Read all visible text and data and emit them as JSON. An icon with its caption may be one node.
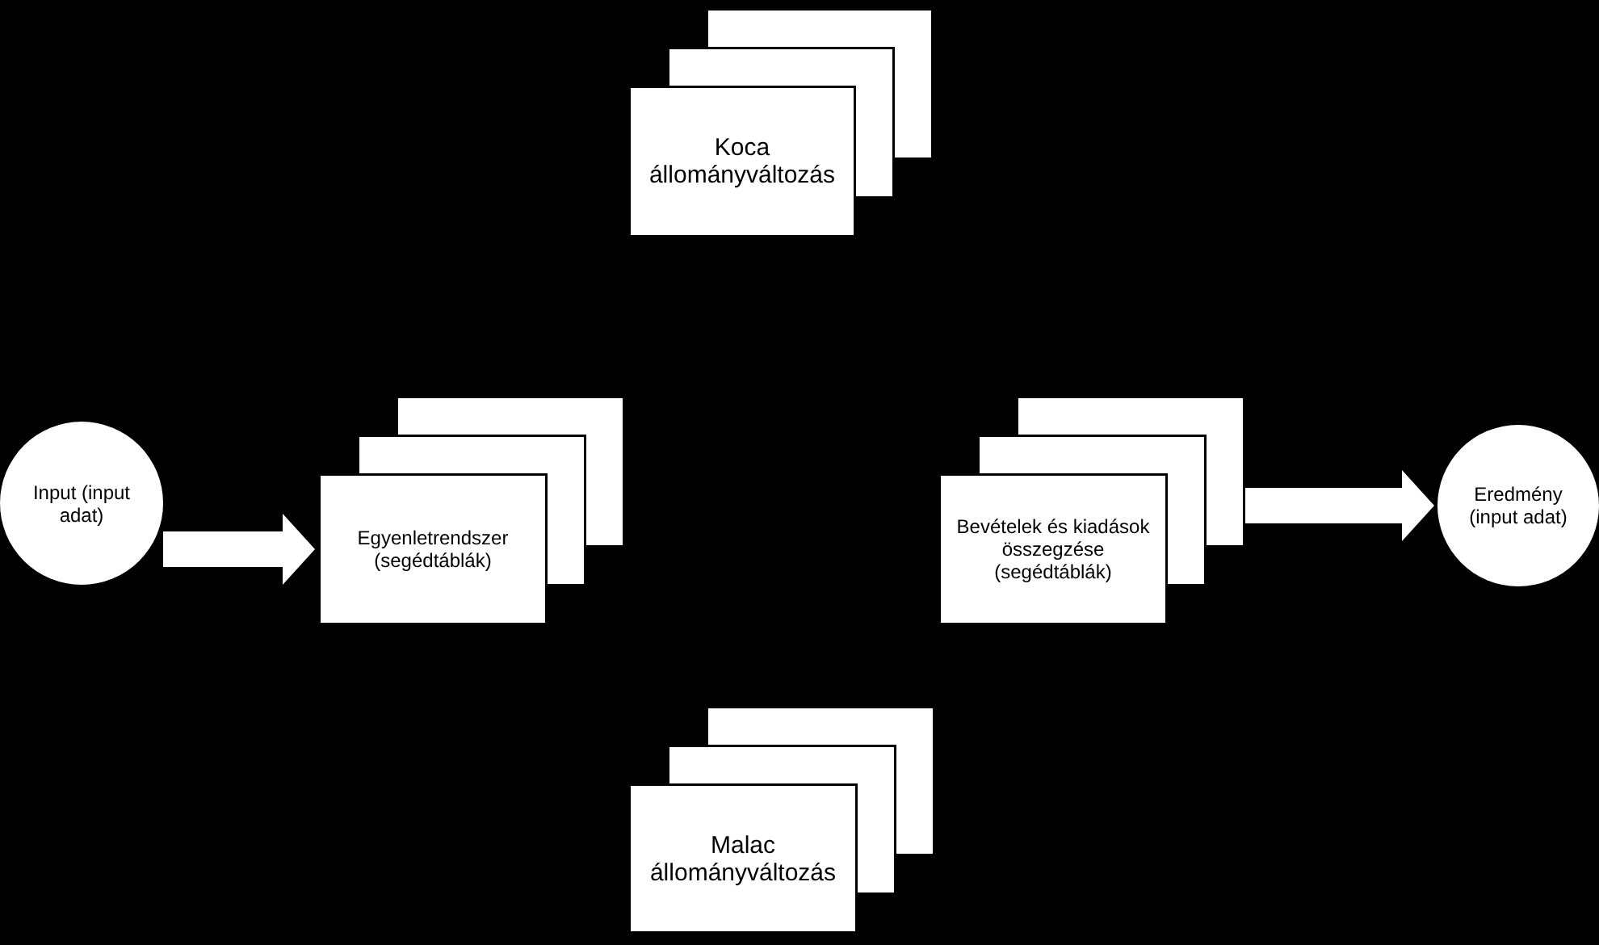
{
  "diagram": {
    "nodes": [
      {
        "text": [
          "Input (input adat)"
        ]
      },
      {
        "text": [
          "Egyenletrendszer (segédtáblák)"
        ]
      },
      {
        "text": [
          "Koca állományváltozás"
        ]
      },
      {
        "text": [
          "Malac állományváltozás"
        ]
      },
      {
        "text": [
          "Bevételek és kiadások összegzése (segédtáblák)"
        ]
      },
      {
        "text": [
          "Eredmény (input adat)"
        ]
      }
    ],
    "edges": [
      {
        "from": 0,
        "to": 1,
        "arrow": "to"
      },
      {
        "from": 4,
        "to": 5,
        "arrow": "to"
      }
    ]
  }
}
